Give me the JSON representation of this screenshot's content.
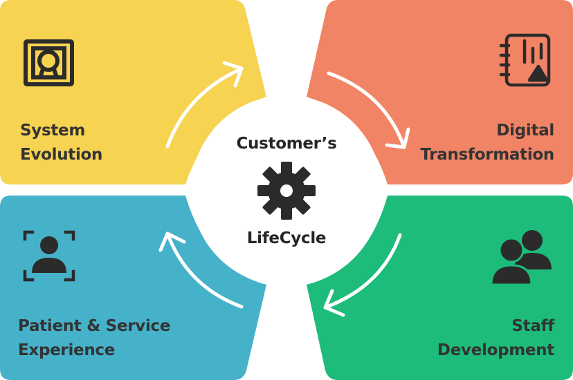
{
  "center": {
    "title_top": "Customer’s",
    "title_bottom": "LifeCycle",
    "icon": "gear-icon"
  },
  "quadrants": {
    "top_left": {
      "line1": "System",
      "line2": "Evolution",
      "icon": "system-evolution-icon",
      "color": "#F7D352"
    },
    "top_right": {
      "line1": "Digital",
      "line2": "Transformation",
      "icon": "digital-notebook-icon",
      "color": "#F28466"
    },
    "bottom_left": {
      "line1": "Patient & Service",
      "line2": "Experience",
      "icon": "user-focus-icon",
      "color": "#45B2C9"
    },
    "bottom_right": {
      "line1": "Staff",
      "line2": "Development",
      "icon": "people-group-icon",
      "color": "#1DBC7B"
    }
  },
  "colors": {
    "center": "#FFFFFF",
    "icon": "#2B2B2B",
    "arrows": "#FFFFFF"
  }
}
